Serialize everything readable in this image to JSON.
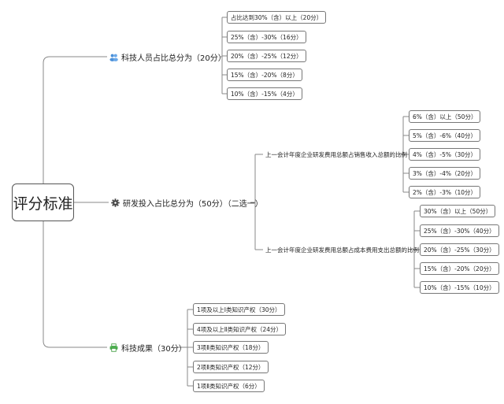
{
  "root": {
    "label": "评分标准"
  },
  "branches": [
    {
      "label": "科技人员占比总分为（20分）",
      "icon": "people-icon",
      "leaves": [
        "占比达到30%（含）以上（20分）",
        "25%（含）-30%（16分）",
        "20%（含）-25%（12分）",
        "15%（含）-20%（8分）",
        "10%（含）-15%（4分）"
      ]
    },
    {
      "label": "研发投入占比总分为（50分）（二选一）",
      "icon": "gear-icon",
      "subs": [
        {
          "label": "上一会计年度企业研发费用总额占销售收入总额的比例",
          "leaves": [
            "6%（含）以上（50分）",
            "5%（含）-6%（40分）",
            "4%（含）-5%（30分）",
            "3%（含）-4%（20分）",
            "2%（含）-3%（10分）"
          ]
        },
        {
          "label": "上一会计年度企业研发费用总额占成本费用支出总额的比例",
          "leaves": [
            "30%（含）以上（50分）",
            "25%（含）-30%（40分）",
            "20%（含）-25%（30分）",
            "15%（含）-20%（20分）",
            "10%（含）-15%（10分）"
          ]
        }
      ]
    },
    {
      "label": "科技成果（30分）",
      "icon": "printer-icon",
      "leaves": [
        "1项及以上Ⅰ类知识产权（30分）",
        "4项及以上Ⅱ类知识产权（24分）",
        "3项Ⅱ类知识产权（18分）",
        "2项Ⅱ类知识产权（12分）",
        "1项Ⅱ类知识产权（6分）"
      ]
    }
  ]
}
